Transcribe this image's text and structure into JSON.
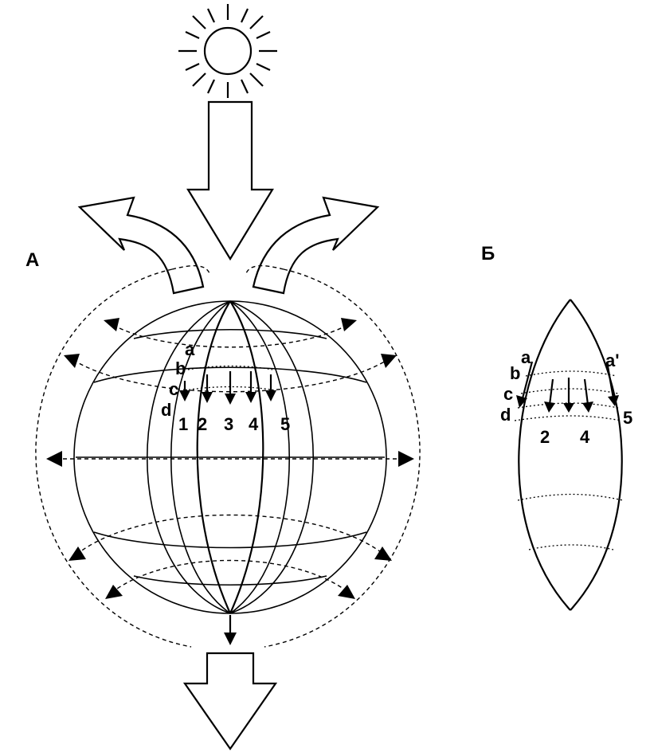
{
  "labels": {
    "panel_a": "A",
    "panel_b": "Б",
    "a": "a",
    "a_prime": "a'",
    "b": "b",
    "c": "c",
    "d": "d",
    "n1": "1",
    "n2": "2",
    "n3": "3",
    "n4": "4",
    "n5": "5"
  },
  "colors": {
    "ink": "#000000",
    "paper": "#ffffff"
  },
  "icons": {
    "sun": "sun-icon"
  }
}
